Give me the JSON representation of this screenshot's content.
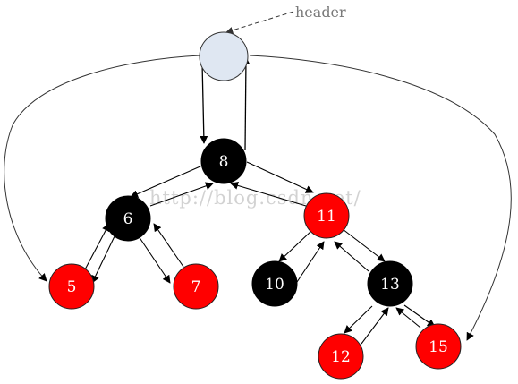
{
  "diagram": {
    "header_label": "header",
    "watermark": "http://blog.csdn.net/",
    "colors": {
      "black_node": "#000000",
      "red_node": "#ff0000",
      "header_node": "#dfe7f2",
      "text_on_node": "#ffffff",
      "header_text": "#7a7a7a",
      "watermark_text": "#d2d2d2"
    },
    "nodes": [
      {
        "id": "n8",
        "label": "8",
        "color": "black"
      },
      {
        "id": "n6",
        "label": "6",
        "color": "black"
      },
      {
        "id": "n11",
        "label": "11",
        "color": "red"
      },
      {
        "id": "n5",
        "label": "5",
        "color": "red"
      },
      {
        "id": "n7",
        "label": "7",
        "color": "red"
      },
      {
        "id": "n10",
        "label": "10",
        "color": "black"
      },
      {
        "id": "n13",
        "label": "13",
        "color": "black"
      },
      {
        "id": "n12",
        "label": "12",
        "color": "red"
      },
      {
        "id": "n15",
        "label": "15",
        "color": "red"
      }
    ]
  }
}
